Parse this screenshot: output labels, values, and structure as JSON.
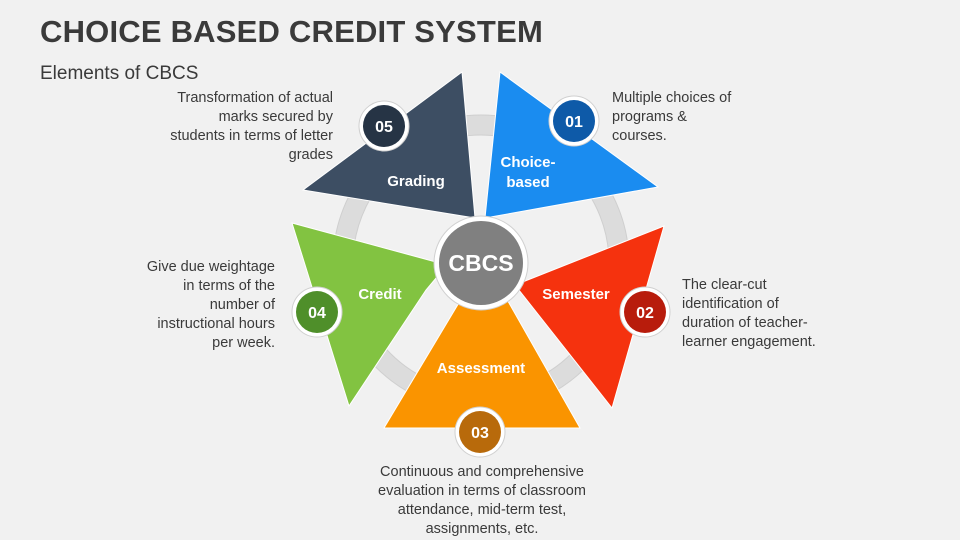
{
  "title": "CHOICE BASED CREDIT SYSTEM",
  "subtitle": "Elements of CBCS",
  "center": {
    "label": "CBCS",
    "color": "#808080"
  },
  "elements": [
    {
      "number": "01",
      "label_lines": [
        "Choice-",
        "based"
      ],
      "color": "#1a8cf0",
      "number_color": "#0e5aa8",
      "description_lines": [
        "Multiple choices of",
        "programs &",
        "courses."
      ]
    },
    {
      "number": "02",
      "label_lines": [
        "Semester"
      ],
      "color": "#f5320e",
      "number_color": "#b81c0c",
      "description_lines": [
        "The clear-cut",
        "identification of",
        "duration of teacher-",
        "learner engagement."
      ]
    },
    {
      "number": "03",
      "label_lines": [
        "Assessment"
      ],
      "color": "#fa9400",
      "number_color": "#b86a0b",
      "description_lines": [
        "Continuous and comprehensive",
        "evaluation in terms of classroom",
        "attendance, mid-term test,",
        "assignments, etc."
      ]
    },
    {
      "number": "04",
      "label_lines": [
        "Credit"
      ],
      "color": "#82c341",
      "number_color": "#4f8f2a",
      "description_lines": [
        "Give due weightage",
        "in terms of the",
        "number of",
        "instructional hours",
        "per week."
      ]
    },
    {
      "number": "05",
      "label_lines": [
        "Grading"
      ],
      "color": "#3d4e63",
      "number_color": "#263445",
      "description_lines": [
        "Transformation of actual",
        "marks secured by",
        "students in terms of letter",
        "grades"
      ]
    }
  ],
  "ring_color": "#dcdcdc"
}
